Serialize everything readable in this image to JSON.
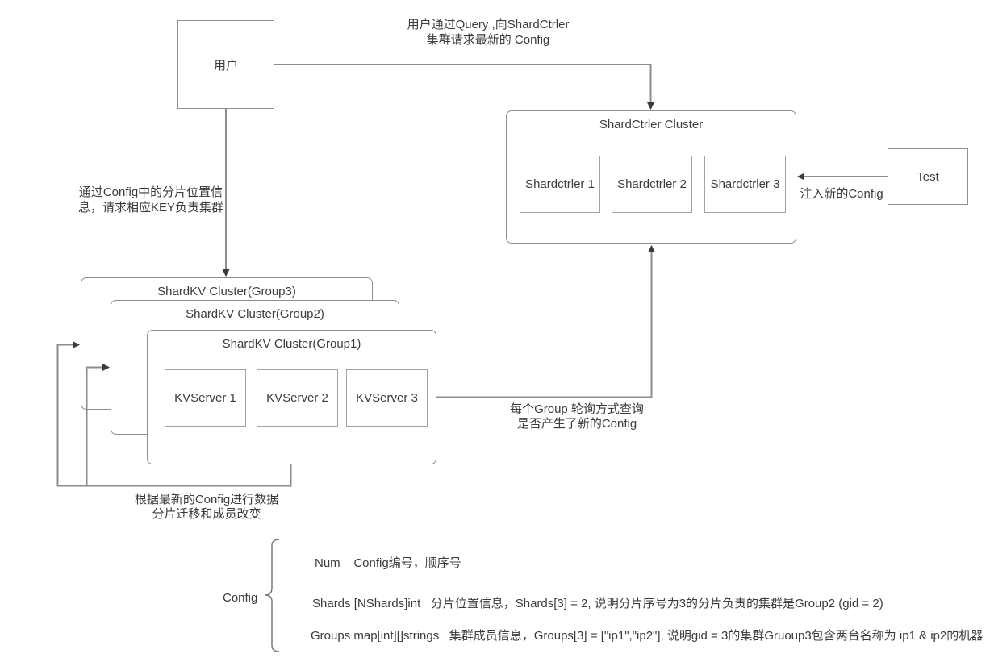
{
  "diagram": {
    "colors": {
      "background": "#ffffff",
      "box_border": "#8f8f8f",
      "inner_box_border": "#a3a3a3",
      "connector_line": "#8c8c8c",
      "arrowhead": "#3a3a3a",
      "text": "#3b3b3b"
    },
    "user_box": {
      "label": "用户"
    },
    "test_box": {
      "label": "Test"
    },
    "shardctrler_cluster": {
      "title": "ShardCtrler Cluster",
      "nodes": [
        "Shardctrler 1",
        "Shardctrler 2",
        "Shardctrler 3"
      ]
    },
    "shardkv_groups": [
      {
        "title": "ShardKV Cluster(Group3)"
      },
      {
        "title": "ShardKV Cluster(Group2)"
      },
      {
        "title": "ShardKV Cluster(Group1)",
        "nodes": [
          "KVServer 1",
          "KVServer 2",
          "KVServer 3"
        ]
      }
    ],
    "annotations": {
      "query_flow": [
        "用户通过Query ,向ShardCtrler",
        "集群请求最新的 Config"
      ],
      "key_request": [
        "通过Config中的分片位置信",
        "息，请求相应KEY负责集群"
      ],
      "inject": "注入新的Config",
      "poll": [
        "每个Group 轮询方式查询",
        "是否产生了新的Config"
      ],
      "migrate": [
        "根据最新的Config进行数据",
        "分片迁移和成员改变"
      ]
    },
    "config_spec": {
      "label": "Config",
      "fields": [
        "Num    Config编号，顺序号",
        "Shards [NShards]int   分片位置信息，Shards[3] = 2, 说明分片序号为3的分片负责的集群是Group2 (gid = 2)",
        "Groups map[int][]strings   集群成员信息，Groups[3] = [\"ip1\",\"ip2\"], 说明gid = 3的集群Gruoup3包含两台名称为 ip1 & ip2的机器"
      ]
    }
  }
}
